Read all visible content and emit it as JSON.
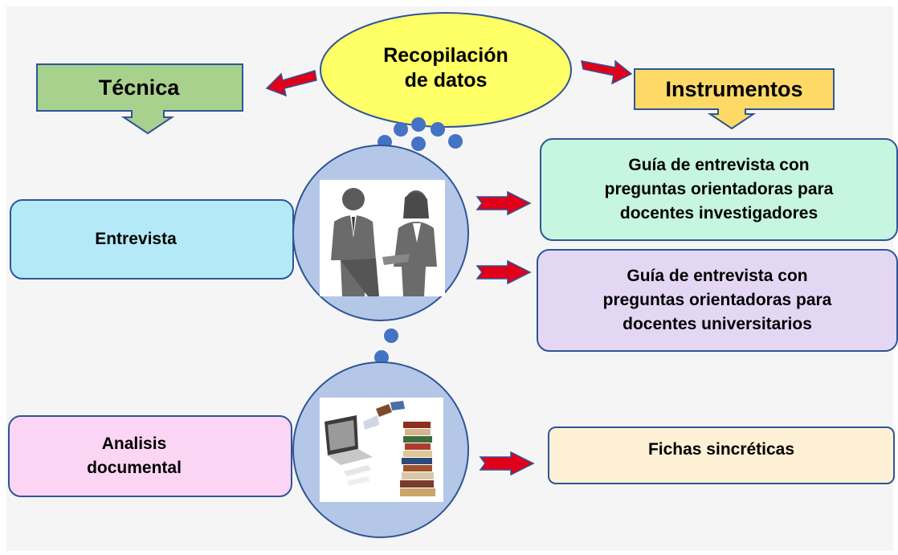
{
  "center": {
    "line1": "Recopilación",
    "line2": "de datos"
  },
  "left_header": {
    "label": "Técnica"
  },
  "right_header": {
    "label": "Instrumentos"
  },
  "techniques": [
    {
      "label": "Entrevista"
    },
    {
      "line1": "Analisis",
      "line2": "documental"
    }
  ],
  "instruments": [
    {
      "line1": "Guía de entrevista con",
      "line2": "preguntas orientadoras para",
      "line3": "docentes investigadores"
    },
    {
      "line1": "Guía de entrevista con",
      "line2": "preguntas orientadoras para",
      "line3": "docentes universitarios"
    },
    {
      "line1": "Fichas sincréticas"
    }
  ],
  "colors": {
    "ellipse": "#ffff66",
    "tecnica": "#a9d18e",
    "instrumentos": "#ffd966",
    "entrevista": "#b4eaf7",
    "analisis": "#fcd5f5",
    "inst1": "#c6f5e0",
    "inst2": "#e4d7f4",
    "fichas": "#fdf0d5",
    "arrow": "#e0001a"
  },
  "icons": [
    "interview-photo-icon",
    "books-laptop-photo-icon"
  ]
}
